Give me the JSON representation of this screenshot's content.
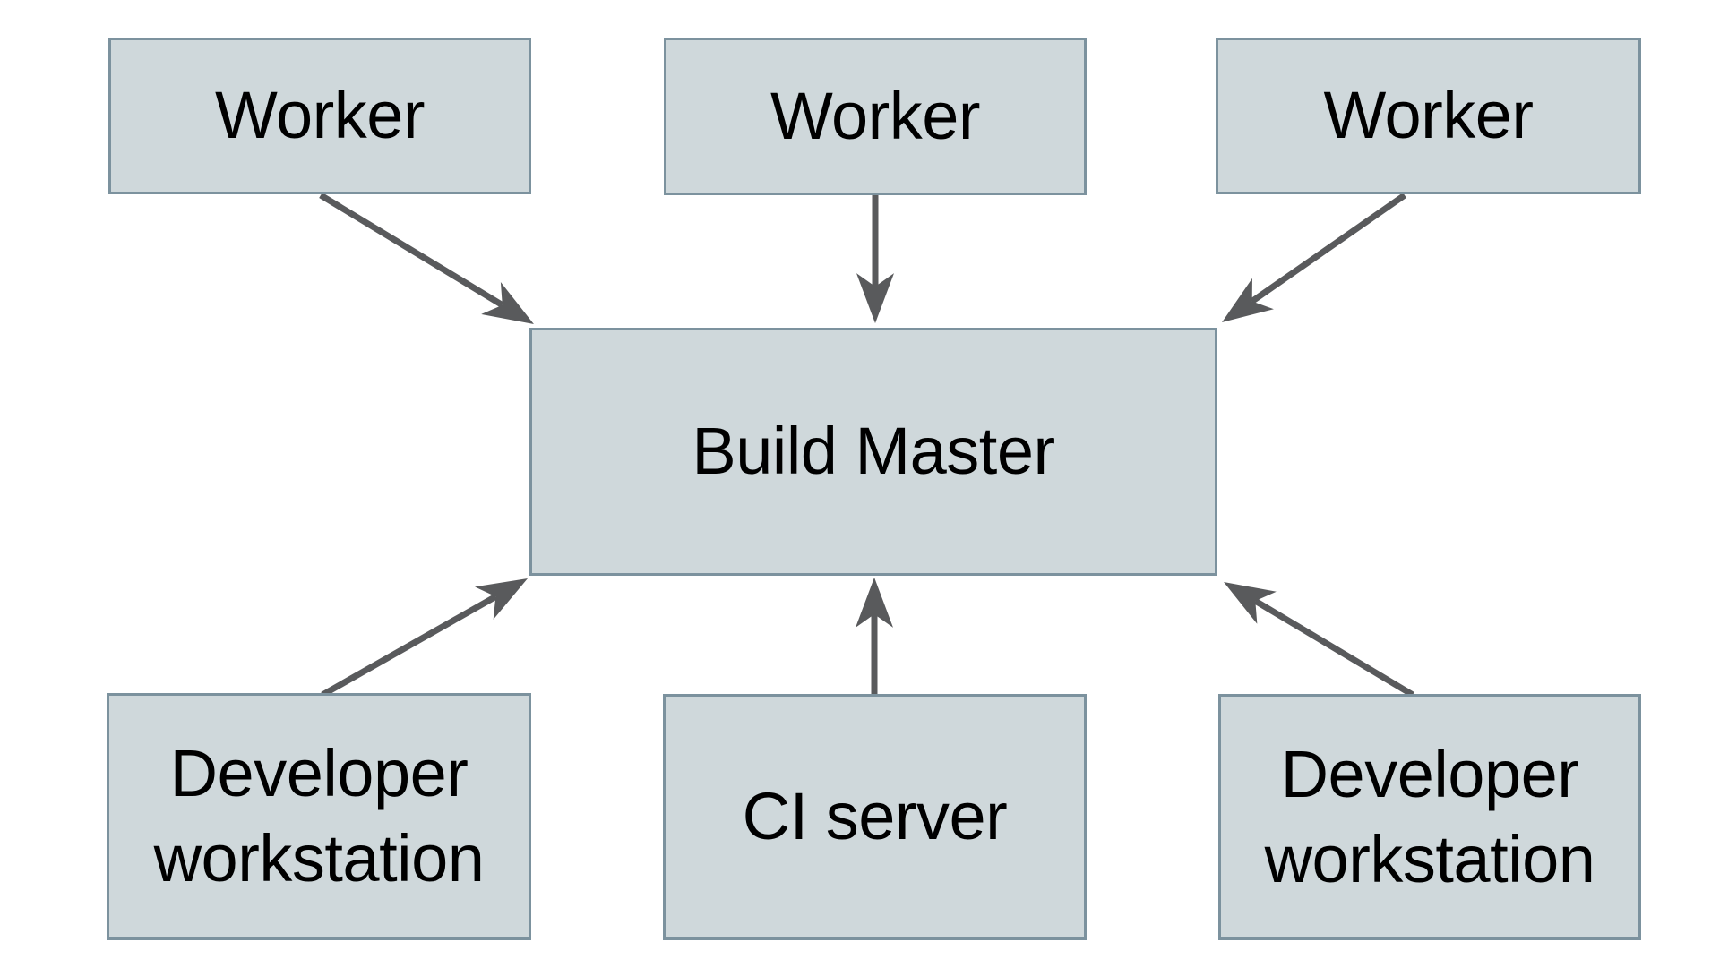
{
  "diagram": {
    "type": "architecture-diagram",
    "nodes": {
      "worker_1": {
        "label": "Worker"
      },
      "worker_2": {
        "label": "Worker"
      },
      "worker_3": {
        "label": "Worker"
      },
      "build_master": {
        "label": "Build Master"
      },
      "dev_workstation_1": {
        "label": "Developer workstation"
      },
      "ci_server": {
        "label": "CI server"
      },
      "dev_workstation_2": {
        "label": "Developer workstation"
      }
    },
    "edges": [
      {
        "from": "worker_1",
        "to": "build_master",
        "style": "arrow"
      },
      {
        "from": "worker_2",
        "to": "build_master",
        "style": "arrow"
      },
      {
        "from": "worker_3",
        "to": "build_master",
        "style": "arrow"
      },
      {
        "from": "dev_workstation_1",
        "to": "build_master",
        "style": "arrow"
      },
      {
        "from": "ci_server",
        "to": "build_master",
        "style": "arrow"
      },
      {
        "from": "dev_workstation_2",
        "to": "build_master",
        "style": "arrow"
      }
    ]
  },
  "colors": {
    "canvas_bg": "#ffffff",
    "node_fill": "#cfd8db",
    "node_border": "#7c929e",
    "arrow_color": "#595a5c",
    "label_color": "#000000"
  }
}
